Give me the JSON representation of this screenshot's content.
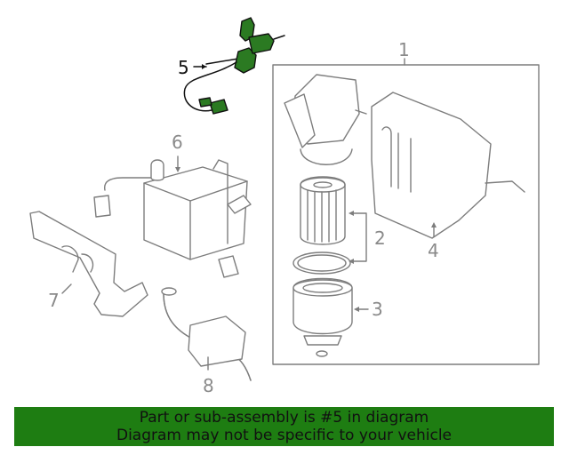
{
  "callouts": {
    "c1": "1",
    "c2": "2",
    "c3": "3",
    "c4": "4",
    "c5": "5",
    "c6": "6",
    "c7": "7",
    "c8": "8"
  },
  "banner": {
    "line1": "Part or sub-assembly is #5 in diagram",
    "line2": "Diagram may not be specific to your vehicle"
  },
  "colors": {
    "banner_bg": "#1e7d12",
    "highlight_part": "#2b7a22",
    "line_art": "#7d7d7d"
  }
}
